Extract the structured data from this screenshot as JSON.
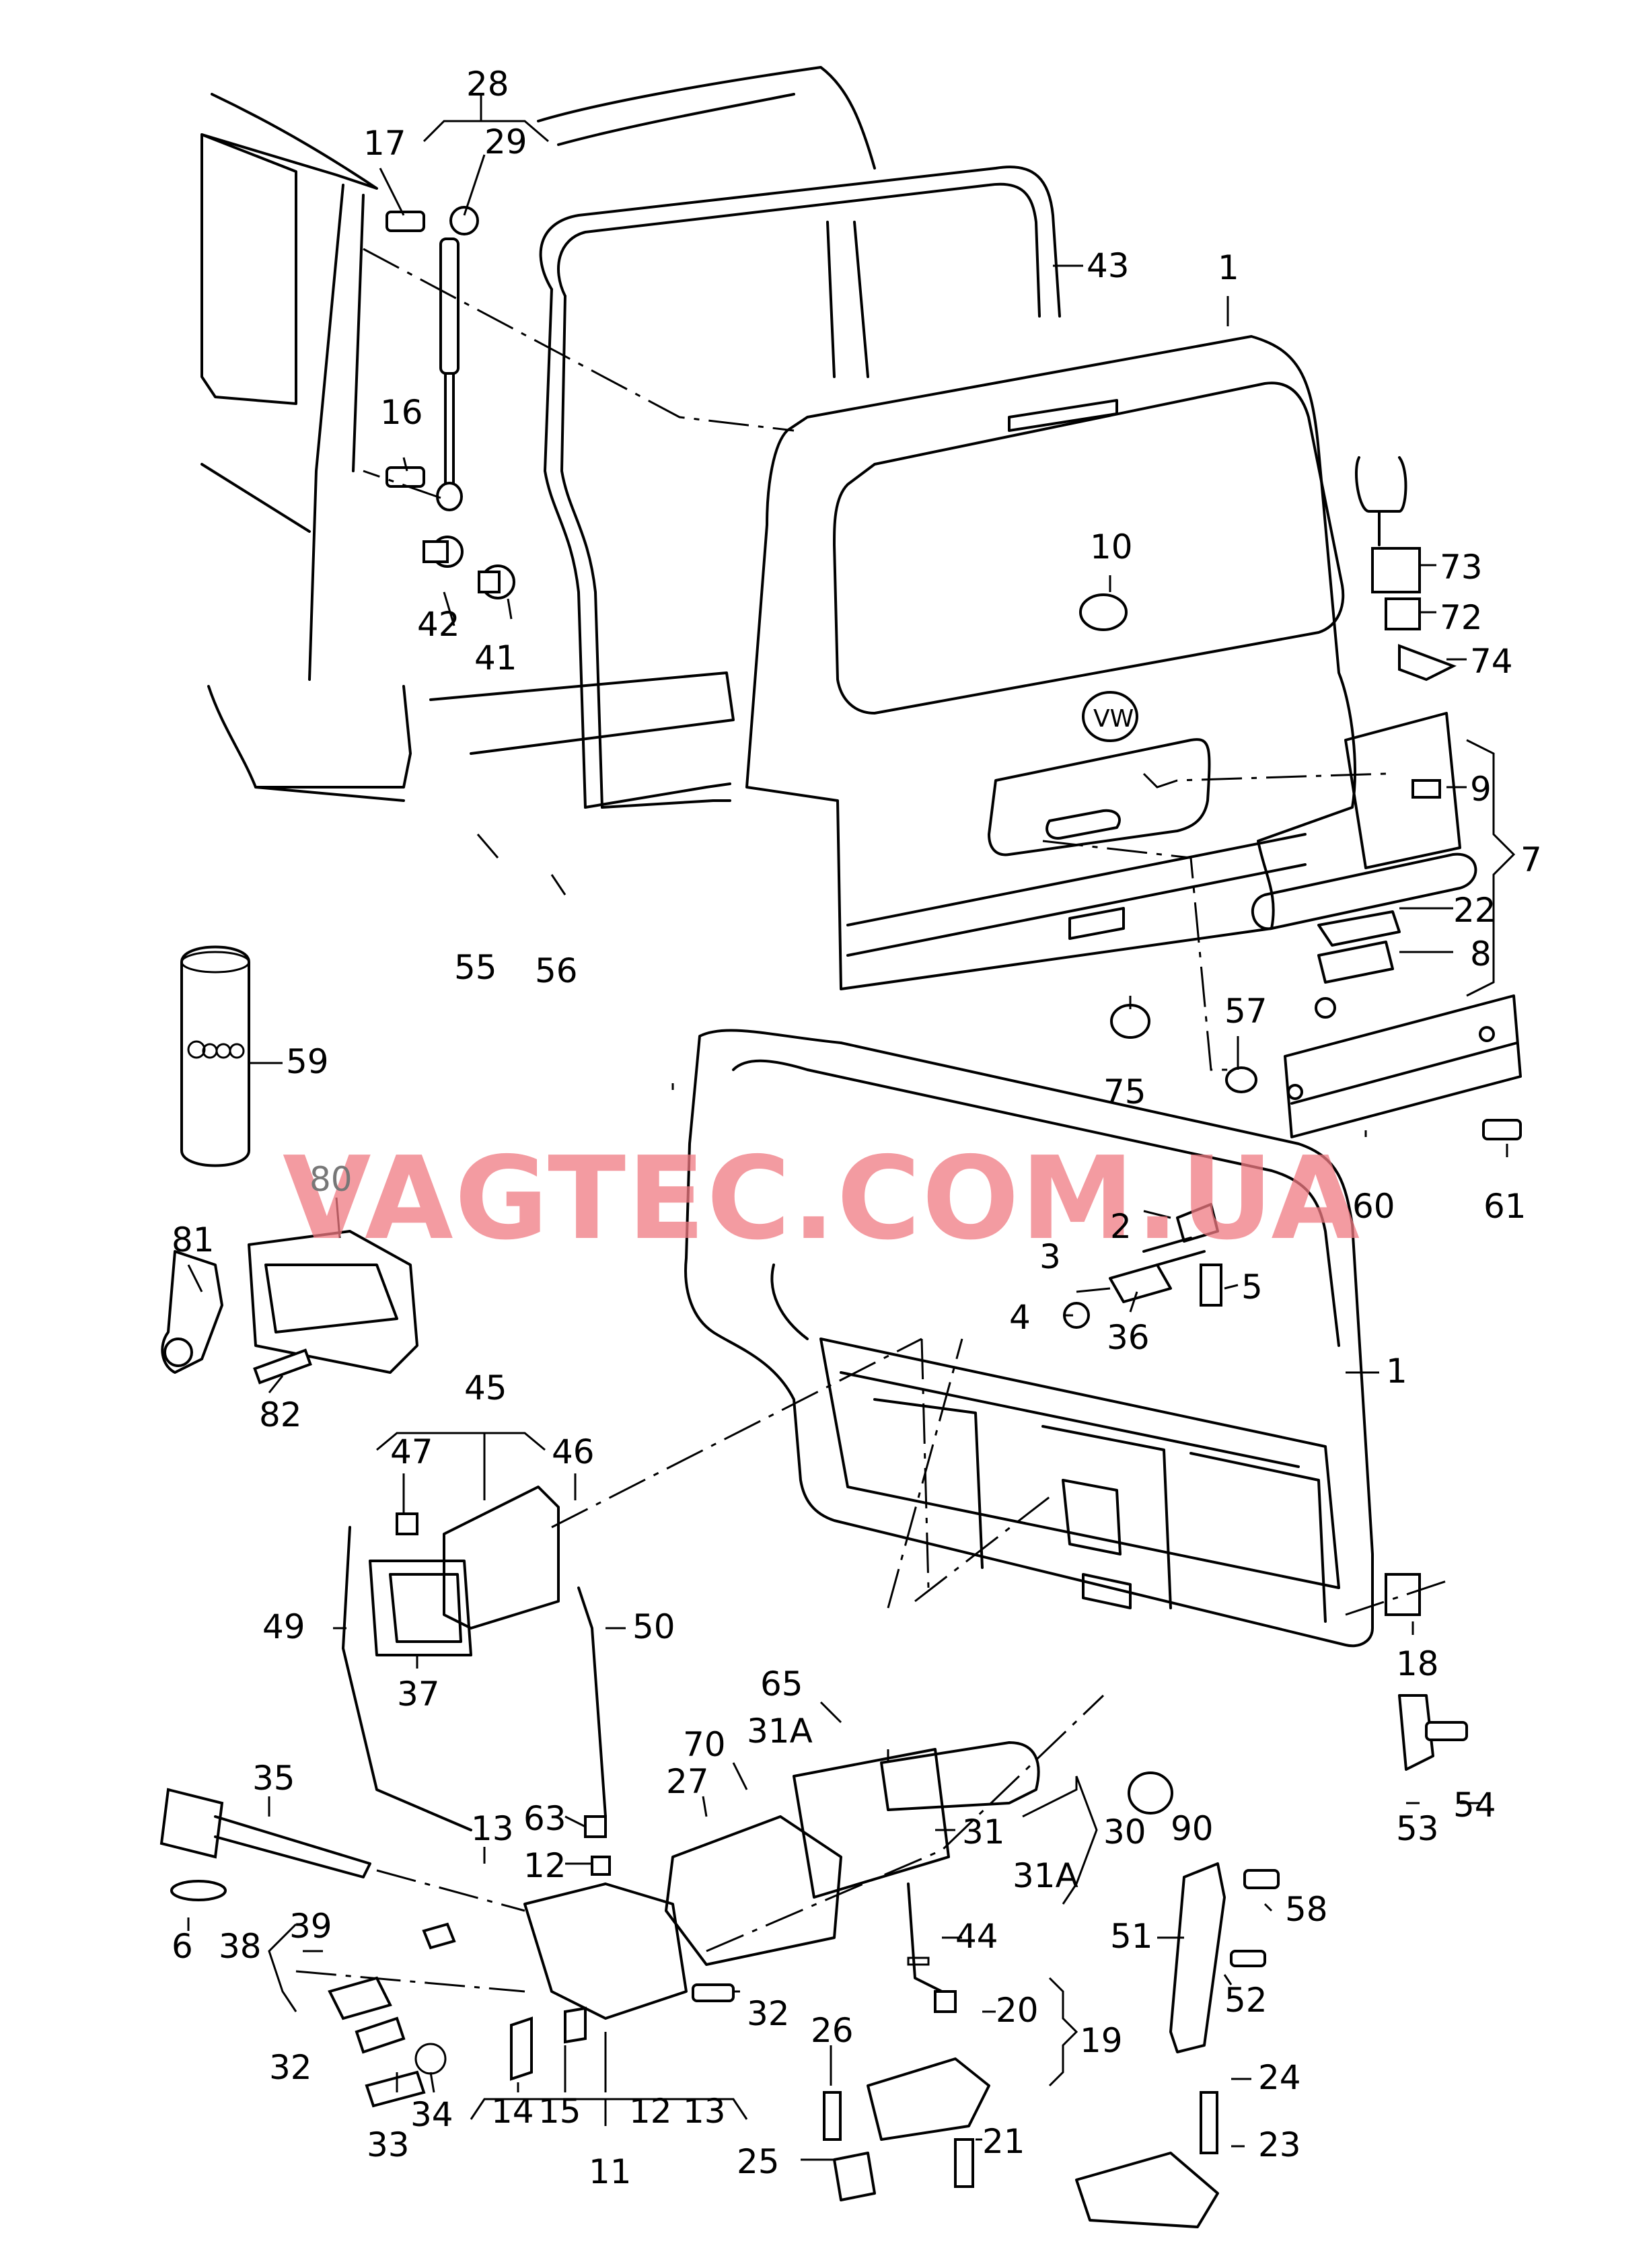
{
  "watermark": "VAGTEC.COM.UA",
  "can_logo": "VW",
  "colors": {
    "watermark": "#f07a82",
    "line": "#000000",
    "background": "#ffffff"
  },
  "labels": {
    "l28": "28",
    "l17": "17",
    "l29": "29",
    "l43": "43",
    "l1_top": "1",
    "l16": "16",
    "l10": "10",
    "l73": "73",
    "l72": "72",
    "l74": "74",
    "l42": "42",
    "l41": "41",
    "l9": "9",
    "l7": "7",
    "l22": "22",
    "l8": "8",
    "l55": "55",
    "l56": "56",
    "l59": "59",
    "l57": "57",
    "l75": "75",
    "l60": "60",
    "l61": "61",
    "l80": "80",
    "l81": "81",
    "l82": "82",
    "l2": "2",
    "l3": "3",
    "l4": "4",
    "l5": "5",
    "l36": "36",
    "l1_mid": "1",
    "l45": "45",
    "l47": "47",
    "l46": "46",
    "l49": "49",
    "l50": "50",
    "l37": "37",
    "l18": "18",
    "l65": "65",
    "l31A_top": "31A",
    "l70": "70",
    "l27": "27",
    "l35": "35",
    "l13_top": "13",
    "l63": "63",
    "l12_top": "12",
    "l31": "31",
    "l30": "30",
    "l31A_bot": "31A",
    "l90": "90",
    "l53": "53",
    "l54": "54",
    "l6": "6",
    "l38": "38",
    "l39": "39",
    "l44": "44",
    "l58": "58",
    "l51": "51",
    "l52": "52",
    "l20": "20",
    "l19": "19",
    "l32_left": "32",
    "l32_right": "32",
    "l34": "34",
    "l33": "33",
    "l14": "14",
    "l15": "15",
    "l12_bot": "12",
    "l13_bot": "13",
    "l11": "11",
    "l26": "26",
    "l25": "25",
    "l21": "21",
    "l24": "24",
    "l23": "23"
  }
}
